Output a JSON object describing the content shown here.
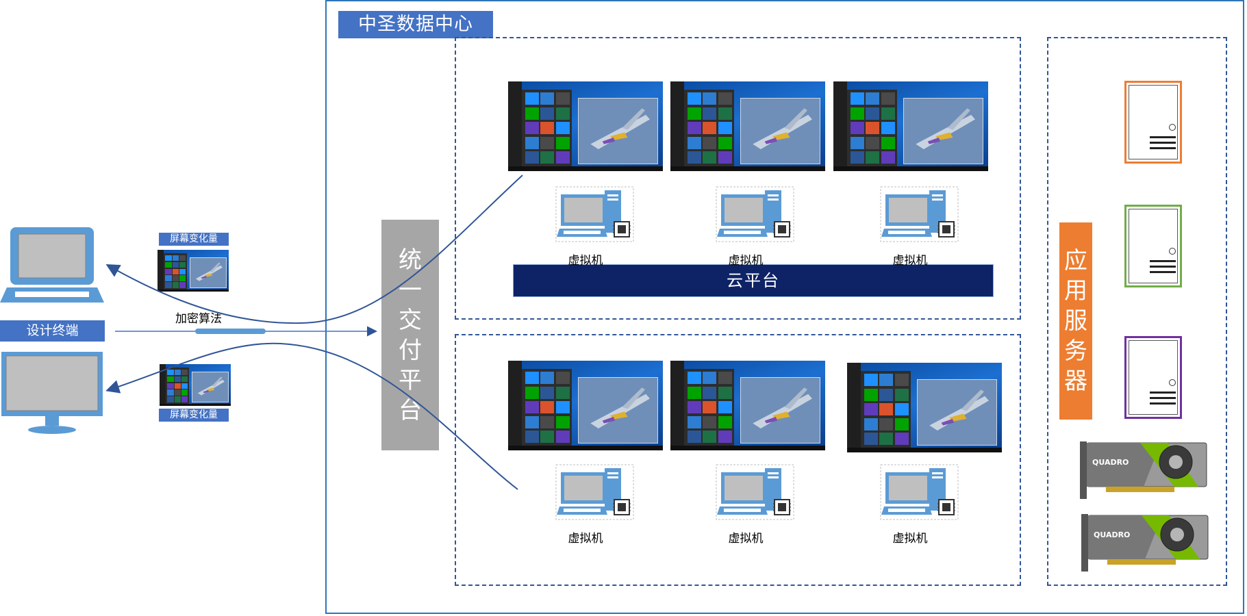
{
  "data_center": {
    "title": "中圣数据中心"
  },
  "unified_platform": {
    "chars": [
      "统",
      "一",
      "交",
      "付",
      "平",
      "台"
    ]
  },
  "app_server": {
    "chars": [
      "应",
      "用",
      "服",
      "务",
      "器"
    ]
  },
  "cloud_platform": {
    "label": "云平台"
  },
  "terminal": {
    "label": "设计终端"
  },
  "encryption": {
    "label": "加密算法"
  },
  "screen_delta": {
    "top_label": "屏幕变化量",
    "bottom_label": "屏幕变化量"
  },
  "vm_groups": [
    {
      "vms": [
        {
          "label": "虚拟机"
        },
        {
          "label": "虚拟机"
        },
        {
          "label": "虚拟机"
        }
      ]
    },
    {
      "vms": [
        {
          "label": "虚拟机"
        },
        {
          "label": "虚拟机"
        },
        {
          "label": "虚拟机"
        }
      ]
    }
  ],
  "gpu_cards": [
    {
      "brand": "QUADRO"
    },
    {
      "brand": "QUADRO"
    }
  ],
  "colors": {
    "frame": "#2e75b6",
    "title_bg": "#4472c4",
    "cloud_bg": "#0d2366",
    "platform_bg": "#a6a6a6",
    "app_bg": "#ed7d31",
    "icon_blue": "#5b9bd5",
    "server1": "#ed7d31",
    "server2": "#70ad47",
    "server3": "#7030a0",
    "gpu_green": "#76b900"
  },
  "icons": [
    "laptop-icon",
    "monitor-icon",
    "vm-computer-icon",
    "gpu-chip-icon",
    "server-icon",
    "gpu-card-icon",
    "desktop-screenshot"
  ]
}
